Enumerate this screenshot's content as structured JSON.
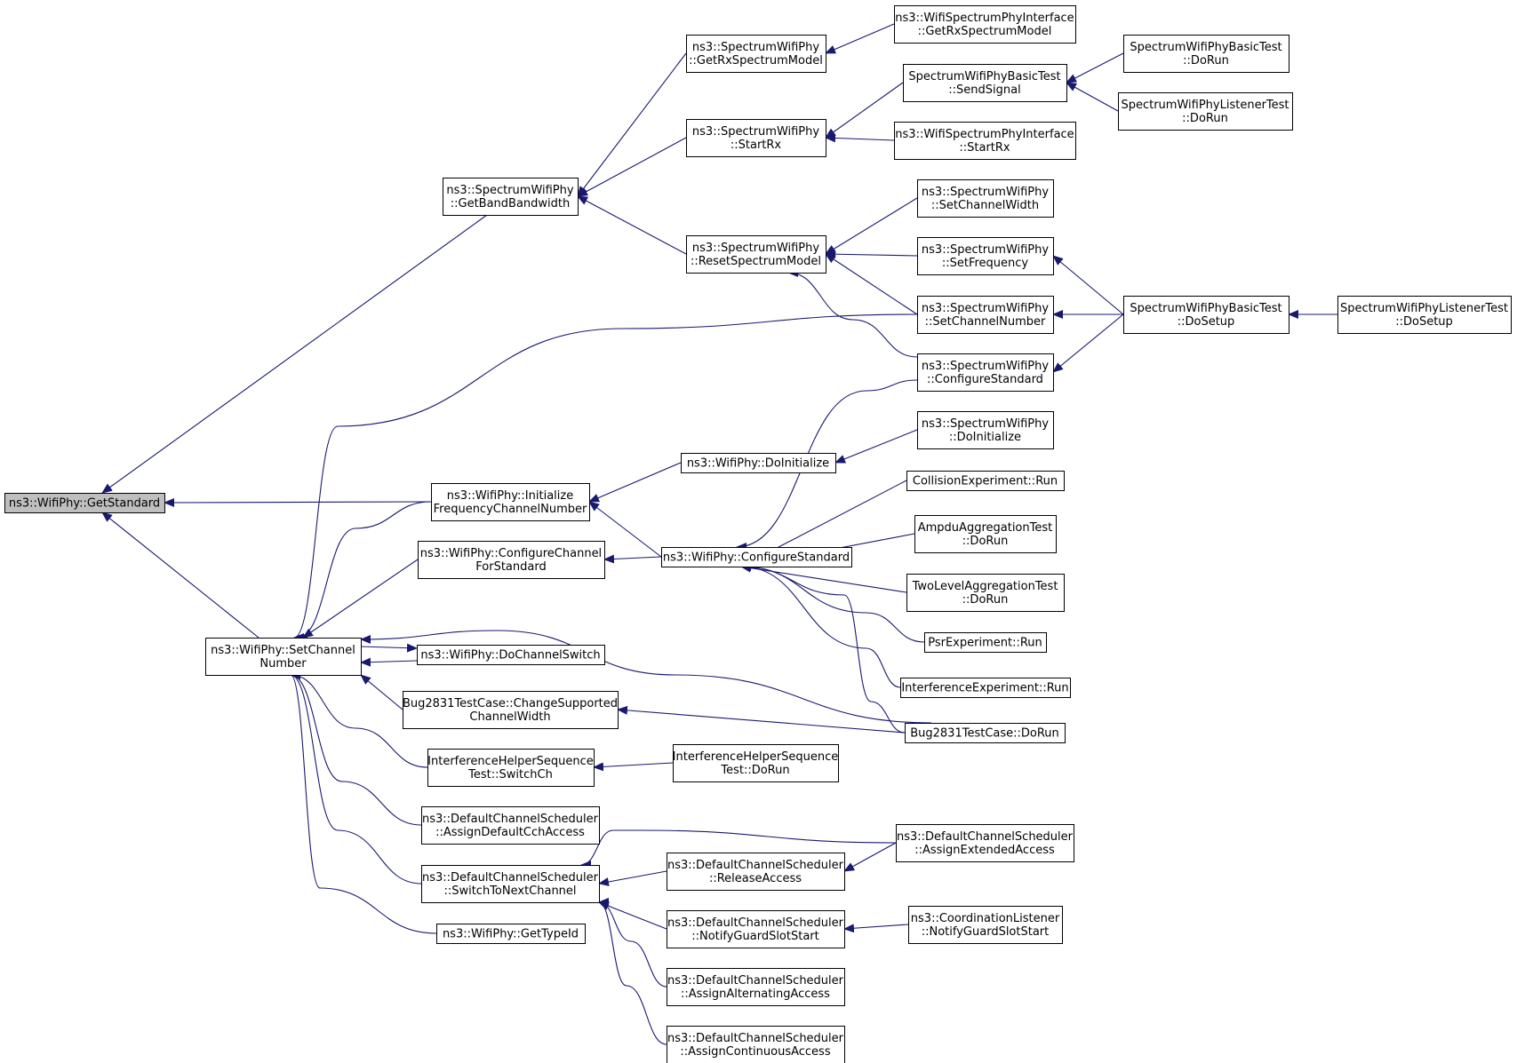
{
  "graph": {
    "type": "caller-graph",
    "colors": {
      "edge": "#191970",
      "root_fill": "#bfbfbf",
      "node_fill": "#ffffff",
      "border": "#000000"
    },
    "nodes": [
      {
        "id": "n0",
        "lines": [
          "ns3::WifiPhy::GetStandard"
        ],
        "root": true
      },
      {
        "id": "n1",
        "lines": [
          "ns3::SpectrumWifiPhy",
          "::GetBandBandwidth"
        ]
      },
      {
        "id": "n2",
        "lines": [
          "ns3::WifiPhy::Initialize",
          "FrequencyChannelNumber"
        ]
      },
      {
        "id": "n3",
        "lines": [
          "ns3::WifiPhy::SetChannel",
          "Number"
        ]
      },
      {
        "id": "n4",
        "lines": [
          "ns3::SpectrumWifiPhy",
          "::GetRxSpectrumModel"
        ]
      },
      {
        "id": "n5",
        "lines": [
          "ns3::SpectrumWifiPhy",
          "::StartRx"
        ]
      },
      {
        "id": "n6",
        "lines": [
          "ns3::SpectrumWifiPhy",
          "::ResetSpectrumModel"
        ]
      },
      {
        "id": "n7",
        "lines": [
          "ns3::WifiPhy::DoInitialize"
        ]
      },
      {
        "id": "n8",
        "lines": [
          "ns3::WifiPhy::ConfigureChannel",
          "ForStandard"
        ]
      },
      {
        "id": "n9",
        "lines": [
          "ns3::WifiPhy::ConfigureStandard"
        ]
      },
      {
        "id": "n10",
        "lines": [
          "ns3::WifiPhy::DoChannelSwitch"
        ]
      },
      {
        "id": "n11",
        "lines": [
          "Bug2831TestCase::ChangeSupported",
          "ChannelWidth"
        ]
      },
      {
        "id": "n12",
        "lines": [
          "InterferenceHelperSequence",
          "Test::SwitchCh"
        ]
      },
      {
        "id": "n13",
        "lines": [
          "InterferenceHelperSequence",
          "Test::DoRun"
        ]
      },
      {
        "id": "n14",
        "lines": [
          "ns3::DefaultChannelScheduler",
          "::AssignDefaultCchAccess"
        ]
      },
      {
        "id": "n15",
        "lines": [
          "ns3::DefaultChannelScheduler",
          "::SwitchToNextChannel"
        ]
      },
      {
        "id": "n16",
        "lines": [
          "ns3::WifiPhy::GetTypeId"
        ]
      },
      {
        "id": "n17",
        "lines": [
          "ns3::DefaultChannelScheduler",
          "::ReleaseAccess"
        ]
      },
      {
        "id": "n18",
        "lines": [
          "ns3::DefaultChannelScheduler",
          "::NotifyGuardSlotStart"
        ]
      },
      {
        "id": "n19",
        "lines": [
          "ns3::DefaultChannelScheduler",
          "::AssignAlternatingAccess"
        ]
      },
      {
        "id": "n20",
        "lines": [
          "ns3::DefaultChannelScheduler",
          "::AssignContinuousAccess"
        ]
      },
      {
        "id": "n21",
        "lines": [
          "ns3::WifiSpectrumPhyInterface",
          "::GetRxSpectrumModel"
        ]
      },
      {
        "id": "n22",
        "lines": [
          "SpectrumWifiPhyBasicTest",
          "::SendSignal"
        ]
      },
      {
        "id": "n23",
        "lines": [
          "ns3::WifiSpectrumPhyInterface",
          "::StartRx"
        ]
      },
      {
        "id": "n24",
        "lines": [
          "ns3::SpectrumWifiPhy",
          "::SetChannelWidth"
        ]
      },
      {
        "id": "n25",
        "lines": [
          "ns3::SpectrumWifiPhy",
          "::SetFrequency"
        ]
      },
      {
        "id": "n26",
        "lines": [
          "ns3::SpectrumWifiPhy",
          "::SetChannelNumber"
        ]
      },
      {
        "id": "n27",
        "lines": [
          "ns3::SpectrumWifiPhy",
          "::ConfigureStandard"
        ]
      },
      {
        "id": "n28",
        "lines": [
          "ns3::SpectrumWifiPhy",
          "::DoInitialize"
        ]
      },
      {
        "id": "n29",
        "lines": [
          "CollisionExperiment::Run"
        ]
      },
      {
        "id": "n30",
        "lines": [
          "AmpduAggregationTest",
          "::DoRun"
        ]
      },
      {
        "id": "n31",
        "lines": [
          "TwoLevelAggregationTest",
          "::DoRun"
        ]
      },
      {
        "id": "n32",
        "lines": [
          "PsrExperiment::Run"
        ]
      },
      {
        "id": "n33",
        "lines": [
          "InterferenceExperiment::Run"
        ]
      },
      {
        "id": "n34",
        "lines": [
          "Bug2831TestCase::DoRun"
        ]
      },
      {
        "id": "n35",
        "lines": [
          "ns3::DefaultChannelScheduler",
          "::AssignExtendedAccess"
        ]
      },
      {
        "id": "n36",
        "lines": [
          "ns3::CoordinationListener",
          "::NotifyGuardSlotStart"
        ]
      },
      {
        "id": "n37",
        "lines": [
          "SpectrumWifiPhyBasicTest",
          "::DoRun"
        ]
      },
      {
        "id": "n38",
        "lines": [
          "SpectrumWifiPhyListenerTest",
          "::DoRun"
        ]
      },
      {
        "id": "n39",
        "lines": [
          "SpectrumWifiPhyBasicTest",
          "::DoSetup"
        ]
      },
      {
        "id": "n40",
        "lines": [
          "SpectrumWifiPhyListenerTest",
          "::DoSetup"
        ]
      }
    ],
    "edges": [
      {
        "from": "n1",
        "to": "n0"
      },
      {
        "from": "n2",
        "to": "n0"
      },
      {
        "from": "n3",
        "to": "n0"
      },
      {
        "from": "n4",
        "to": "n1"
      },
      {
        "from": "n5",
        "to": "n1"
      },
      {
        "from": "n6",
        "to": "n1"
      },
      {
        "from": "n21",
        "to": "n4"
      },
      {
        "from": "n22",
        "to": "n5"
      },
      {
        "from": "n23",
        "to": "n5"
      },
      {
        "from": "n37",
        "to": "n22"
      },
      {
        "from": "n38",
        "to": "n22"
      },
      {
        "from": "n24",
        "to": "n6"
      },
      {
        "from": "n25",
        "to": "n6"
      },
      {
        "from": "n26",
        "to": "n6"
      },
      {
        "from": "n27",
        "to": "n6"
      },
      {
        "from": "n39",
        "to": "n25"
      },
      {
        "from": "n39",
        "to": "n26"
      },
      {
        "from": "n39",
        "to": "n27"
      },
      {
        "from": "n40",
        "to": "n39"
      },
      {
        "from": "n7",
        "to": "n2"
      },
      {
        "from": "n9",
        "to": "n2"
      },
      {
        "from": "n28",
        "to": "n7"
      },
      {
        "from": "n27",
        "to": "n9"
      },
      {
        "from": "n29",
        "to": "n9"
      },
      {
        "from": "n30",
        "to": "n9"
      },
      {
        "from": "n31",
        "to": "n9"
      },
      {
        "from": "n32",
        "to": "n9"
      },
      {
        "from": "n33",
        "to": "n9"
      },
      {
        "from": "n34",
        "to": "n9"
      },
      {
        "from": "n9",
        "to": "n8"
      },
      {
        "from": "n26",
        "to": "n3"
      },
      {
        "from": "n2",
        "to": "n3"
      },
      {
        "from": "n8",
        "to": "n3"
      },
      {
        "from": "n10",
        "to": "n3"
      },
      {
        "from": "n3",
        "to": "n10"
      },
      {
        "from": "n34",
        "to": "n3"
      },
      {
        "from": "n11",
        "to": "n3"
      },
      {
        "from": "n34",
        "to": "n11"
      },
      {
        "from": "n12",
        "to": "n3"
      },
      {
        "from": "n13",
        "to": "n12"
      },
      {
        "from": "n14",
        "to": "n3"
      },
      {
        "from": "n15",
        "to": "n3"
      },
      {
        "from": "n16",
        "to": "n3"
      },
      {
        "from": "n35",
        "to": "n15"
      },
      {
        "from": "n17",
        "to": "n15"
      },
      {
        "from": "n18",
        "to": "n15"
      },
      {
        "from": "n19",
        "to": "n15"
      },
      {
        "from": "n20",
        "to": "n15"
      },
      {
        "from": "n35",
        "to": "n17"
      },
      {
        "from": "n36",
        "to": "n18"
      }
    ]
  }
}
